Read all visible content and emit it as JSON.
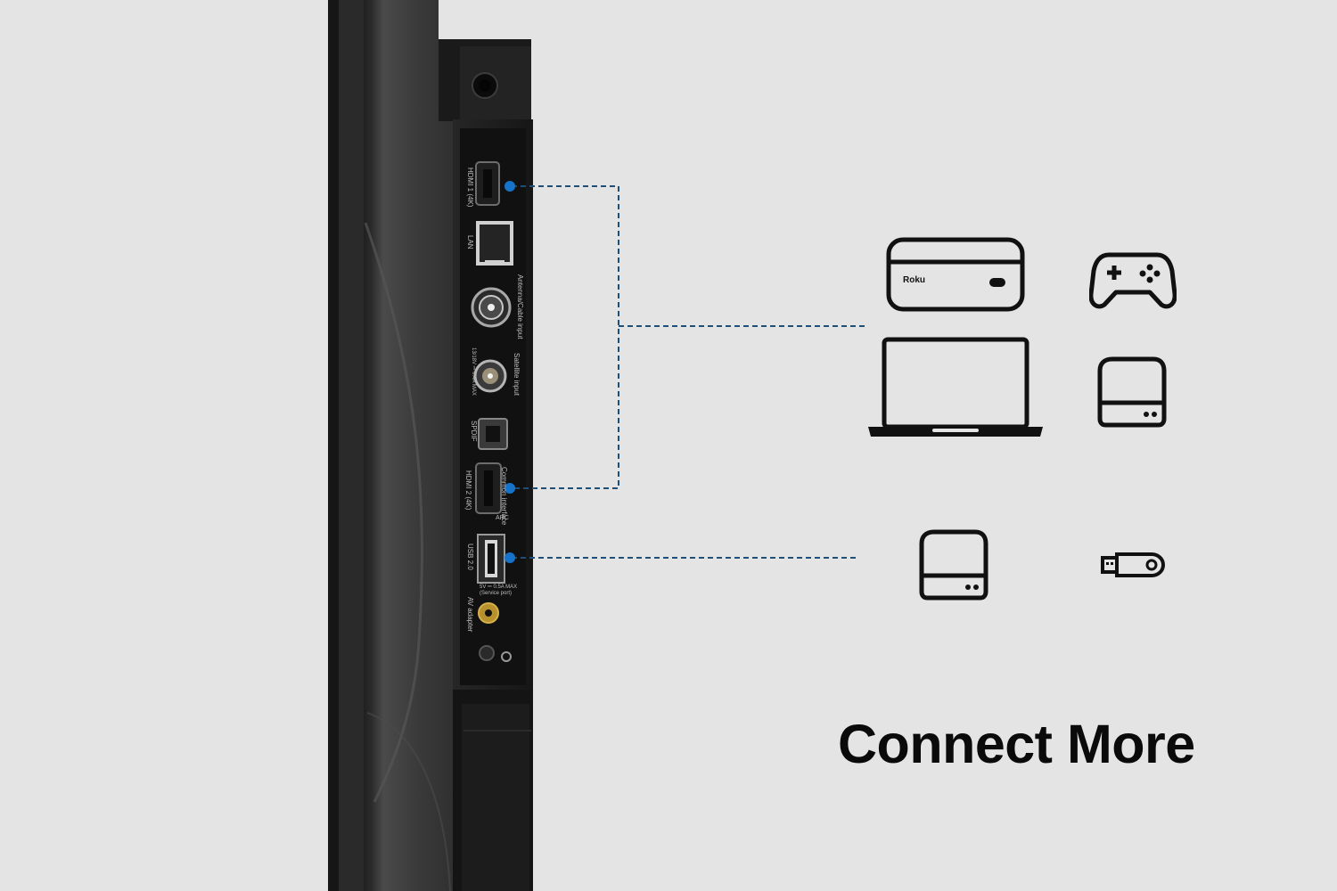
{
  "ports": {
    "hdmi1": "HDMI 1 (4K)",
    "lan": "LAN",
    "antenna": "Antenna/Cable input",
    "satellite": "Satellite input",
    "satellite_spec": "13/18V ⎓ 0.4A MAX",
    "spdif": "SPDIF",
    "hdmi2": "HDMI 2 (4K)",
    "arc": "ARC",
    "common_interface": "Common interface",
    "usb": "USB 2.0",
    "usb_spec": "5V ⎓ 0.5A MAX",
    "usb_service": "(Service port)",
    "av": "AV adapter"
  },
  "devices": {
    "streaming_box_brand": "Roku",
    "icons": [
      "streaming-box-icon",
      "game-controller-icon",
      "laptop-icon",
      "hard-drive-icon",
      "hard-drive-icon",
      "usb-stick-icon"
    ]
  },
  "colors": {
    "dashed_line": "#1e4f79",
    "port_dot": "#1673c9",
    "tv_body": "#1d1d1d"
  },
  "headline": "Connect More"
}
